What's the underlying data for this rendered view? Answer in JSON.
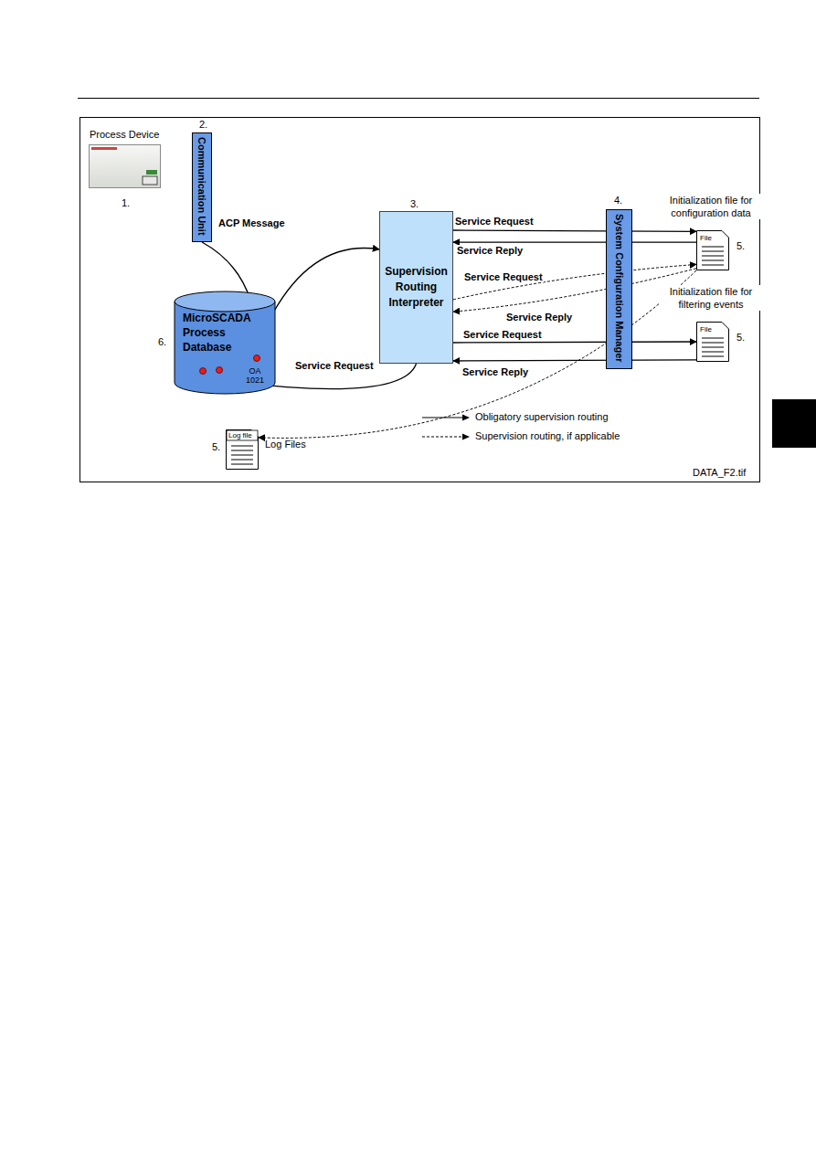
{
  "diagram": {
    "nodes": [
      {
        "text": [
          "Process Device"
        ]
      },
      {
        "text": [
          "Communication Unit"
        ]
      },
      {
        "text": [
          "Supervision Routing Interpreter"
        ]
      },
      {
        "text": [
          "System Configuration Manager"
        ]
      },
      {
        "text": [
          "Initialization file for configuration data",
          "File"
        ]
      },
      {
        "text": [
          "Initialization file for filtering events",
          "File"
        ]
      },
      {
        "text": [
          "Log file"
        ]
      },
      {
        "text": [
          "MicroSCADA Process Database",
          "OA 1021"
        ]
      }
    ],
    "edges": [
      {
        "from": 1,
        "to": 7,
        "label": "ACP Message",
        "arrow": "to"
      },
      {
        "from": 7,
        "to": 2,
        "arrow": "to"
      },
      {
        "from": 2,
        "to": 4,
        "label": "Service Request",
        "arrow": "to"
      },
      {
        "from": 4,
        "to": 2,
        "label": "Service Reply",
        "arrow": "to"
      },
      {
        "from": 2,
        "to": 4,
        "label": "Service Request",
        "arrow": "to"
      },
      {
        "from": 4,
        "to": 2,
        "arrow": "to"
      },
      {
        "from": 4,
        "to": 6,
        "label": "Service Reply",
        "arrow": "to"
      },
      {
        "from": 2,
        "to": 5,
        "label": "Service Request",
        "arrow": "to"
      },
      {
        "from": 5,
        "to": 2,
        "label": "Service Reply",
        "arrow": "to"
      },
      {
        "from": 2,
        "to": 7,
        "label": "Service Request",
        "arrow": "to"
      }
    ],
    "labels": [
      "1.",
      "2.",
      "3.",
      "4.",
      "5.",
      "5.",
      "6.",
      "5.",
      "Log Files",
      "DATA_F2.tif"
    ],
    "legend": [
      {
        "text": "Obligatory supervision routing"
      },
      {
        "text": "Supervision routing, if applicable"
      }
    ]
  }
}
